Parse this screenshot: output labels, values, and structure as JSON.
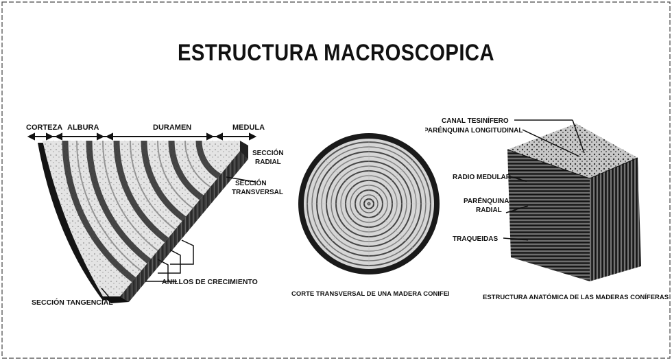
{
  "title": "ESTRUCTURA MACROSCOPICA",
  "left_figure": {
    "labels": {
      "corteza": "CORTEZA",
      "albura": "ALBURA",
      "duramen": "DURAMEN",
      "medula": "MEDULA",
      "seccion_radial_1": "SECCIÓN",
      "seccion_radial_2": "RADIAL",
      "seccion_transversal_1": "SECCIÓN",
      "seccion_transversal_2": "TRANSVERSAL",
      "anillos": "ANILLOS DE CRECIMIENTO",
      "tangencial": "SECCIÓN TANGENCIAL"
    }
  },
  "middle_figure": {
    "caption": "CORTE TRANSVERSAL DE UNA MADERA CONIFERA"
  },
  "right_figure": {
    "labels": {
      "canal": "CANAL TESINÍFERO",
      "parenquina_long": "PARÉNQUINA LONGITUDINAL",
      "radio": "RADIO MEDULAR",
      "parenquina_rad_1": "PARÉNQUINA",
      "parenquina_rad_2": "RADIAL",
      "traqueidas": "TRAQUEIDAS"
    },
    "caption": "ESTRUCTURA ANATÓMICA DE LAS MADERAS CONÍFERAS"
  }
}
